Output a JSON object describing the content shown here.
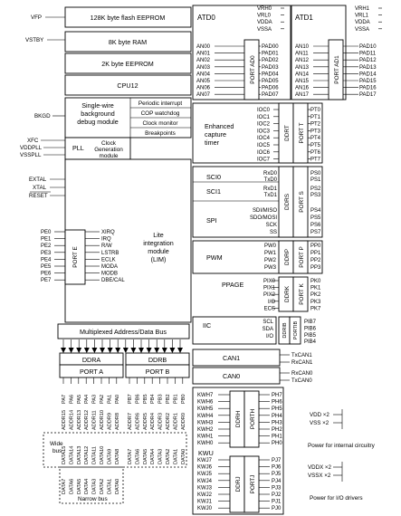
{
  "mem": {
    "flash": "128K byte flash EEPROM",
    "ram": "8K byte RAM",
    "eeprom": "2K byte EEPROM",
    "cpu": "CPU12"
  },
  "ext_pins": {
    "vfp": "VFP",
    "vstby": "VSTBY",
    "bkgd": "BKGD",
    "xfc": "XFC",
    "vddpll": "VDDPLL",
    "vsspll": "VSSPLL",
    "extal": "EXTAL",
    "xtal": "XTAL",
    "reset": "RESET"
  },
  "debug": {
    "line1": "Single-wire",
    "line2": "background",
    "line3": "debug module"
  },
  "sys_funcs": [
    "Periodic interrupt",
    "COP watchdog",
    "Clock monitor",
    "Breakpoints"
  ],
  "pll": {
    "label": "PLL",
    "clk1": "Clock",
    "clk2": "Generation",
    "clk3": "module"
  },
  "lim": {
    "line1": "Lite",
    "line2": "integration",
    "line3": "module",
    "line4": "(LIM)"
  },
  "lim_signals": [
    "XIRQ",
    "IRQ",
    "R/W",
    "LSTRB",
    "ECLK",
    "MODA",
    "MODB",
    "DBE/CAL"
  ],
  "porte": {
    "label": "PORT E",
    "pins": [
      "PE0",
      "PE1",
      "PE2",
      "PE3",
      "PE4",
      "PE5",
      "PE6",
      "PE7"
    ]
  },
  "atd0": {
    "title": "ATD0",
    "ref": [
      "VRH0",
      "VRL0",
      "VDDA",
      "VSSA"
    ],
    "an": [
      "AN00",
      "AN01",
      "AN02",
      "AN03",
      "AN04",
      "AN05",
      "AN06",
      "AN07"
    ],
    "port": "PORT AD0",
    "pad": [
      "PAD00",
      "PAD01",
      "PAD02",
      "PAD03",
      "PAD04",
      "PAD05",
      "PAD06",
      "PAD07"
    ]
  },
  "atd1": {
    "title": "ATD1",
    "ref": [
      "VRH1",
      "VRL1",
      "VDDA",
      "VSSA"
    ],
    "an": [
      "AN10",
      "AN11",
      "AN12",
      "AN13",
      "AN14",
      "AN15",
      "AN16",
      "AN17"
    ],
    "port": "PORT AD1",
    "pad": [
      "PAD10",
      "PAD11",
      "PAD12",
      "PAD13",
      "PAD14",
      "PAD15",
      "PAD16",
      "PAD17"
    ]
  },
  "ect": {
    "line1": "Enhanced",
    "line2": "capture",
    "line3": "timer",
    "ioc": [
      "IOC0",
      "IOC1",
      "IOC2",
      "IOC3",
      "IOC4",
      "IOC5",
      "IOC6",
      "IOC7"
    ],
    "ddr": "DDRT",
    "port": "PORT T",
    "pins": [
      "PT0",
      "PT1",
      "PT2",
      "PT3",
      "PT4",
      "PT5",
      "PT6",
      "PT7"
    ]
  },
  "sci0": {
    "label": "SCI0",
    "sig": [
      "RxD0",
      "TxD0"
    ]
  },
  "sci1": {
    "label": "SCI1",
    "sig": [
      "RxD1",
      "TxD1"
    ]
  },
  "spi": {
    "label": "SPI",
    "sig": [
      "SDI/MISO",
      "SDO/MOSI",
      "SCK",
      "SS"
    ]
  },
  "ports_s": {
    "ddr": "DDRS",
    "port": "PORT S",
    "pins": [
      "PS0",
      "PS1",
      "PS2",
      "PS3",
      "PS4",
      "PS5",
      "PS6",
      "PS7"
    ]
  },
  "pwm": {
    "label": "PWM",
    "sig": [
      "PW0",
      "PW1",
      "PW2",
      "PW3"
    ],
    "ddr": "DDRP",
    "port": "PORT P",
    "pins": [
      "PP0",
      "PP1",
      "PP2",
      "PP3"
    ]
  },
  "ppage": {
    "label": "PPAGE",
    "sig": [
      "PIX0",
      "PIX1",
      "PIX2",
      "I/O",
      "ECS"
    ],
    "ddr": "DDRK",
    "port": "PORT K",
    "pins": [
      "PK0",
      "PK1",
      "PK2",
      "PK3",
      "PK7"
    ]
  },
  "iic": {
    "label": "IIC",
    "sig": [
      "SCL",
      "SDA",
      "I/O"
    ],
    "ddr": "DDRIB",
    "port": "PORTIB",
    "pins": [
      "PIB7",
      "PIB6",
      "PIB5",
      "PIB4"
    ]
  },
  "can1": {
    "label": "CAN1",
    "sig": [
      "TxCAN1",
      "RxCAN1"
    ]
  },
  "can0": {
    "label": "CAN0",
    "sig": [
      "RxCAN0",
      "TxCAN0"
    ]
  },
  "bus": {
    "label": "Multiplexed Address/Data Bus"
  },
  "ddra": "DDRA",
  "ddrb": "DDRB",
  "porta": "PORT A",
  "portb": "PORT B",
  "addr_a": [
    "ADDR15",
    "ADDR14",
    "ADDR13",
    "ADDR12",
    "ADDR11",
    "ADDR10",
    "ADDR9",
    "ADDR8"
  ],
  "pins_a": [
    "PA7",
    "PA6",
    "PA5",
    "PA4",
    "PA3",
    "PA2",
    "PA1",
    "PA0"
  ],
  "addr_b": [
    "ADDR7",
    "ADDR6",
    "ADDR5",
    "ADDR4",
    "ADDR3",
    "ADDR2",
    "ADDR1",
    "ADDR0"
  ],
  "pins_b": [
    "PB7",
    "PB6",
    "PB5",
    "PB4",
    "PB3",
    "PB2",
    "PB1",
    "PB0"
  ],
  "data_a": [
    "DATA15",
    "DATA14",
    "DATA13",
    "DATA12",
    "DATA11",
    "DATA10",
    "DATA9",
    "DATA8"
  ],
  "data_b": [
    "DATA7",
    "DATA6",
    "DATA5",
    "DATA4",
    "DATA3",
    "DATA2",
    "DATA1",
    "DATA0"
  ],
  "narrow_a": [
    "DATA7",
    "DATA6",
    "DATA5",
    "DATA4",
    "DATA3",
    "DATA2",
    "DATA1",
    "DATA0"
  ],
  "wide_bus": {
    "line1": "Wide",
    "line2": "bus"
  },
  "narrow_bus": "Narrow bus",
  "kwu": "KWU",
  "porth": {
    "kw": [
      "KWH7",
      "KWH6",
      "KWH5",
      "KWH4",
      "KWH3",
      "KWH2",
      "KWH1",
      "KWH0"
    ],
    "ddr": "DDRH",
    "port": "PORTH",
    "pins": [
      "PH7",
      "PH6",
      "PH5",
      "PH4",
      "PH3",
      "PH2",
      "PH1",
      "PH0"
    ]
  },
  "portj": {
    "kw": [
      "KWJ7",
      "KWJ6",
      "KWJ5",
      "KWJ4",
      "KWJ3",
      "KWJ2",
      "KWJ1",
      "KWJ0"
    ],
    "ddr": "DDRJ",
    "port": "PORTJ",
    "pins": [
      "PJ7",
      "PJ6",
      "PJ5",
      "PJ4",
      "PJ3",
      "PJ2",
      "PJ1",
      "PJ0"
    ]
  },
  "power_internal": {
    "vdd": "VDD ×2",
    "vss": "VSS ×2",
    "label": "Power for internal circuitry"
  },
  "power_io": {
    "vddx": "VDDX ×2",
    "vssx": "VSSX ×2",
    "label": "Power for I/O drivers"
  }
}
